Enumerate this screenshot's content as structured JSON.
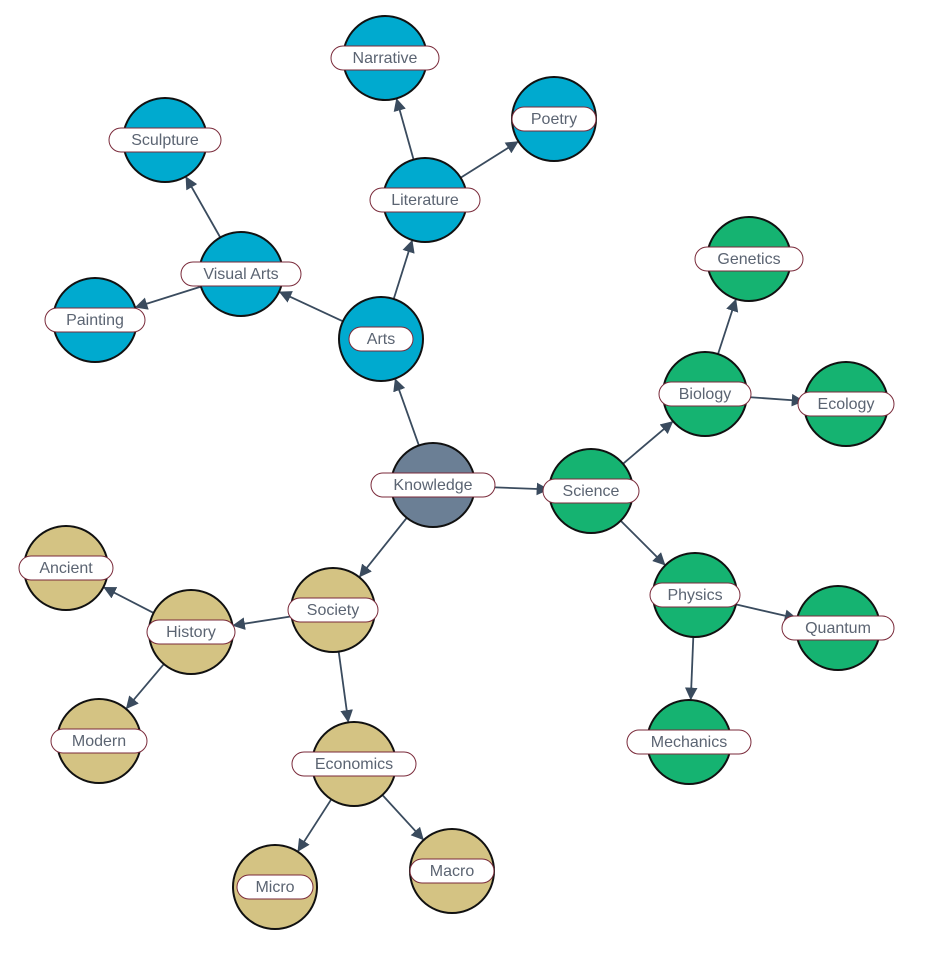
{
  "colors": {
    "arts": "#00aacf",
    "science": "#15b371",
    "society": "#d4c383",
    "root": "#6b7f95",
    "edge": "#3a4b5e",
    "label_border": "#7a2a3a",
    "label_text": "#5b6472"
  },
  "nodes": [
    {
      "id": "knowledge",
      "label": "Knowledge",
      "group": "root"
    },
    {
      "id": "arts",
      "label": "Arts",
      "group": "arts"
    },
    {
      "id": "visual_arts",
      "label": "Visual Arts",
      "group": "arts"
    },
    {
      "id": "literature",
      "label": "Literature",
      "group": "arts"
    },
    {
      "id": "sculpture",
      "label": "Sculpture",
      "group": "arts"
    },
    {
      "id": "painting",
      "label": "Painting",
      "group": "arts"
    },
    {
      "id": "narrative",
      "label": "Narrative",
      "group": "arts"
    },
    {
      "id": "poetry",
      "label": "Poetry",
      "group": "arts"
    },
    {
      "id": "science",
      "label": "Science",
      "group": "science"
    },
    {
      "id": "biology",
      "label": "Biology",
      "group": "science"
    },
    {
      "id": "genetics",
      "label": "Genetics",
      "group": "science"
    },
    {
      "id": "ecology",
      "label": "Ecology",
      "group": "science"
    },
    {
      "id": "physics",
      "label": "Physics",
      "group": "science"
    },
    {
      "id": "quantum",
      "label": "Quantum",
      "group": "science"
    },
    {
      "id": "mechanics",
      "label": "Mechanics",
      "group": "science"
    },
    {
      "id": "society",
      "label": "Society",
      "group": "society"
    },
    {
      "id": "history",
      "label": "History",
      "group": "society"
    },
    {
      "id": "ancient",
      "label": "Ancient",
      "group": "society"
    },
    {
      "id": "modern",
      "label": "Modern",
      "group": "society"
    },
    {
      "id": "economics",
      "label": "Economics",
      "group": "society"
    },
    {
      "id": "micro",
      "label": "Micro",
      "group": "society"
    },
    {
      "id": "macro",
      "label": "Macro",
      "group": "society"
    }
  ],
  "edges": [
    {
      "from": "knowledge",
      "to": "arts"
    },
    {
      "from": "knowledge",
      "to": "science"
    },
    {
      "from": "knowledge",
      "to": "society"
    },
    {
      "from": "arts",
      "to": "visual_arts"
    },
    {
      "from": "arts",
      "to": "literature"
    },
    {
      "from": "visual_arts",
      "to": "sculpture"
    },
    {
      "from": "visual_arts",
      "to": "painting"
    },
    {
      "from": "literature",
      "to": "narrative"
    },
    {
      "from": "literature",
      "to": "poetry"
    },
    {
      "from": "science",
      "to": "biology"
    },
    {
      "from": "science",
      "to": "physics"
    },
    {
      "from": "biology",
      "to": "genetics"
    },
    {
      "from": "biology",
      "to": "ecology"
    },
    {
      "from": "physics",
      "to": "quantum"
    },
    {
      "from": "physics",
      "to": "mechanics"
    },
    {
      "from": "society",
      "to": "history"
    },
    {
      "from": "society",
      "to": "economics"
    },
    {
      "from": "history",
      "to": "ancient"
    },
    {
      "from": "history",
      "to": "modern"
    },
    {
      "from": "economics",
      "to": "micro"
    },
    {
      "from": "economics",
      "to": "macro"
    }
  ]
}
